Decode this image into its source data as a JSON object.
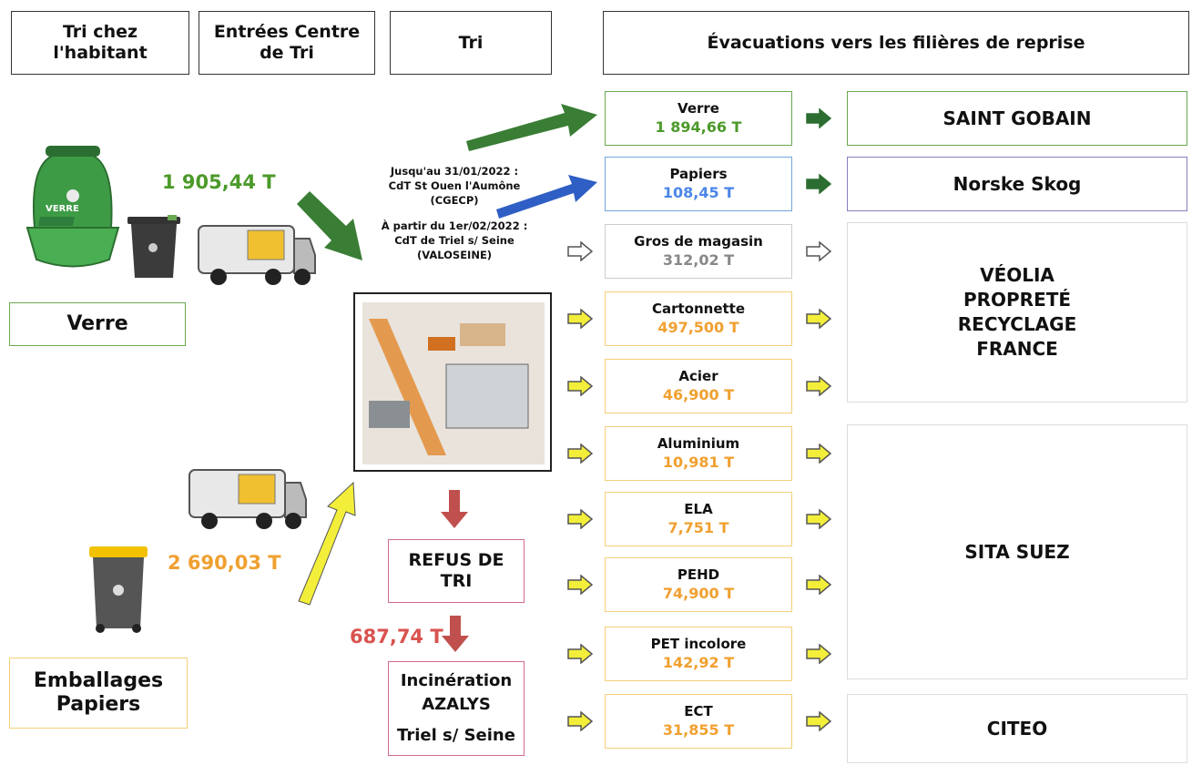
{
  "headers": {
    "tri_chez": "Tri chez l'habitant",
    "entrees": "Entrées Centre de Tri",
    "tri": "Tri",
    "evacuations": "Évacuations vers les filières de reprise"
  },
  "inputs": {
    "verre_tonnage": "1 905,44 T",
    "verre_label": "Verre",
    "verre_bin_text": "VERRE",
    "emballages_tonnage": "2 690,03 T",
    "emballages_label": "Emballages Papiers"
  },
  "centre_note": {
    "line1": "Jusqu'au 31/01/2022 :",
    "line2": "CdT St Ouen l'Aumône",
    "line3": "(CGECP)",
    "line4": "À partir du 1er/02/2022 :",
    "line5": "CdT de Triel s/ Seine",
    "line6": "(VALOSEINE)"
  },
  "refus": {
    "label": "REFUS DE TRI",
    "tonnage": "687,74 T",
    "incineration_line1": "Incinération",
    "incineration_line2": "AZALYS",
    "incineration_line3": "Triel s/ Seine"
  },
  "materials": [
    {
      "name": "Verre",
      "value": "1 894,66 T",
      "value_color": "#4c9a2a",
      "border": "#6aa84f"
    },
    {
      "name": "Papiers",
      "value": "108,45 T",
      "value_color": "#4a86e8",
      "border": "#6fa8dc"
    },
    {
      "name": "Gros de magasin",
      "value": "312,02 T",
      "value_color": "#888888",
      "border": "#cccccc"
    },
    {
      "name": "Cartonnette",
      "value": "497,500 T",
      "value_color": "#f0a030",
      "border": "#f4cf7a"
    },
    {
      "name": "Acier",
      "value": "46,900 T",
      "value_color": "#f0a030",
      "border": "#f4cf7a"
    },
    {
      "name": "Aluminium",
      "value": "10,981 T",
      "value_color": "#f0a030",
      "border": "#f4cf7a"
    },
    {
      "name": "ELA",
      "value": "7,751 T",
      "value_color": "#f0a030",
      "border": "#f4cf7a"
    },
    {
      "name": "PEHD",
      "value": "74,900 T",
      "value_color": "#f0a030",
      "border": "#f4cf7a"
    },
    {
      "name": "PET incolore",
      "value": "142,92 T",
      "value_color": "#f0a030",
      "border": "#f4cf7a"
    },
    {
      "name": "ECT",
      "value": "31,855 T",
      "value_color": "#f0a030",
      "border": "#f4cf7a"
    }
  ],
  "destinations": {
    "saint_gobain": "SAINT GOBAIN",
    "norske_skog": "Norske Skog",
    "veolia_line1": "VÉOLIA",
    "veolia_line2": "PROPRETÉ",
    "veolia_line3": "RECYCLAGE",
    "veolia_line4": "FRANCE",
    "sita_suez": "SITA SUEZ",
    "citeo": "CITEO"
  },
  "colors": {
    "green": "#3a7d35",
    "blue": "#2f5fc4",
    "yellow": "#f3ee3a",
    "red": "#c0504d",
    "orange": "#f0a030",
    "pink_border": "#d46a8a"
  }
}
